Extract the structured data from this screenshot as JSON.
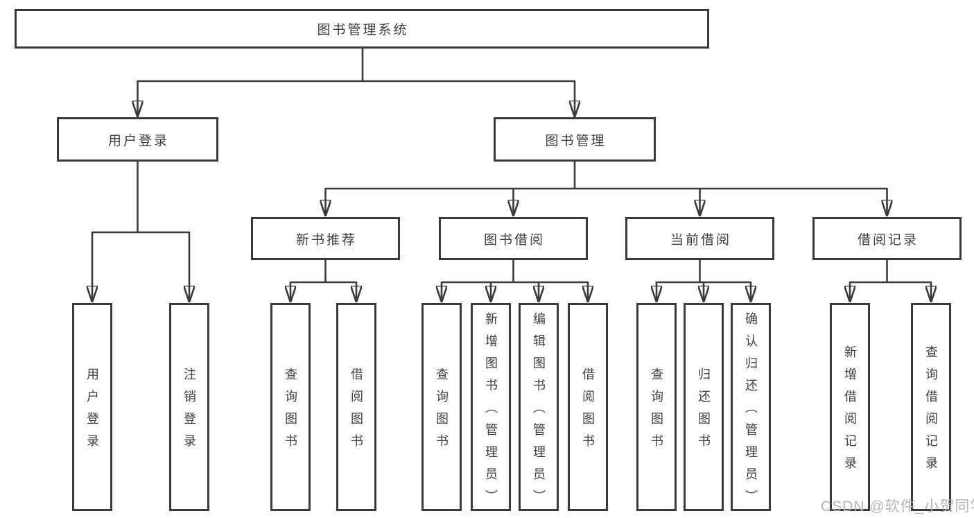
{
  "diagram": {
    "title_node": {
      "label": "图书管理系统"
    },
    "branches": [
      {
        "label": "用户登录",
        "children": [
          "用户登录",
          "注销登录"
        ]
      },
      {
        "label": "图书管理"
      }
    ],
    "modules": [
      {
        "label": "新书推荐",
        "children": [
          "查询图书",
          "借阅图书"
        ]
      },
      {
        "label": "图书借阅",
        "children": [
          "查询图书",
          "新增图书（管理员）",
          "编辑图书（管理员）",
          "借阅图书"
        ]
      },
      {
        "label": "当前借阅",
        "children": [
          "查询图书",
          "归还图书",
          "确认归还（管理员）"
        ]
      },
      {
        "label": "借阅记录",
        "children": [
          "新增借阅记录",
          "查询借阅记录"
        ]
      }
    ]
  },
  "watermark": {
    "text": "CSDN @软件_小贺同学"
  },
  "colors": {
    "line": "#3a3a3a",
    "text": "#3d3d3d",
    "box_background": "#ffffff",
    "page_background": "#ffffff",
    "watermark": "#b5b5b5"
  }
}
